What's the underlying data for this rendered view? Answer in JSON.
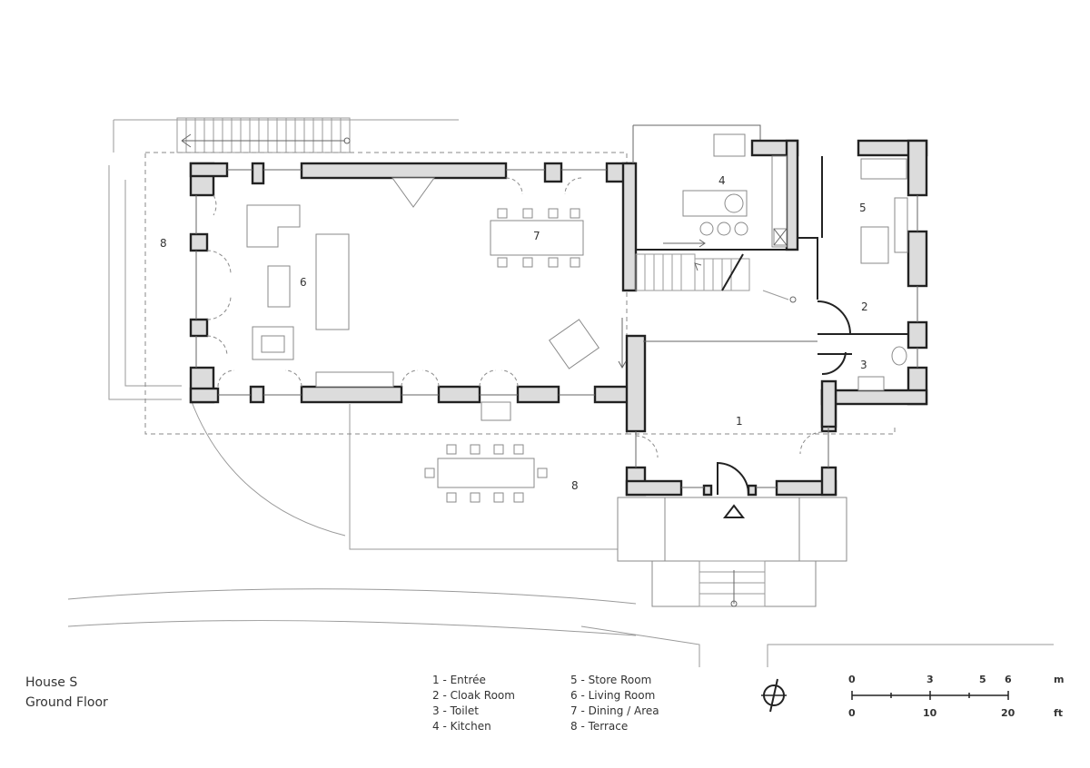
{
  "drawing": {
    "title_line1": "House S",
    "title_line2": "Ground Floor"
  },
  "rooms": [
    {
      "number": "1",
      "name": "Entrée"
    },
    {
      "number": "2",
      "name": "Cloak Room"
    },
    {
      "number": "3",
      "name": "Toilet"
    },
    {
      "number": "4",
      "name": "Kitchen"
    },
    {
      "number": "5",
      "name": "Store Room"
    },
    {
      "number": "6",
      "name": "Living Room"
    },
    {
      "number": "7",
      "name": "Dining / Area"
    },
    {
      "number": "8",
      "name": "Terrace"
    }
  ],
  "legend": {
    "col1": [
      "1 - Entrée",
      "2 - Cloak Room",
      "3 - Toilet",
      "4 - Kitchen"
    ],
    "col2": [
      "5 - Store Room",
      "6 - Living Room",
      "7 - Dining / Area",
      "8 - Terrace"
    ]
  },
  "scale_bar": {
    "metric_labels": [
      "0",
      "3",
      "5",
      "6"
    ],
    "metric_unit": "m",
    "imperial_labels": [
      "0",
      "10",
      "20"
    ],
    "imperial_unit": "ft"
  },
  "icons": {
    "north": "north-arrow-icon",
    "entry": "entry-triangle-icon"
  }
}
